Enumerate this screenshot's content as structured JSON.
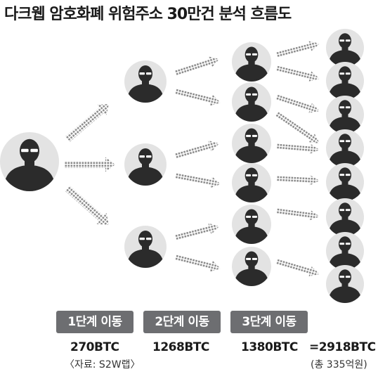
{
  "title": "다크웹 암호화폐 위험주소 30만건 분석 흐름도",
  "stages": [
    {
      "label": "1단계 이동",
      "amount": "270BTC"
    },
    {
      "label": "2단계 이동",
      "amount": "1268BTC"
    },
    {
      "label": "3단계 이동",
      "amount": "1380BTC"
    }
  ],
  "total": "=2918BTC",
  "source": "〈자료: S2W랩〉",
  "total_note": "(총 335억원)",
  "colors": {
    "avatar_bg": "#e3e3e3",
    "silhouette": "#2b2b2b",
    "arrow": "#8a8a8a",
    "badge": "#6d6e71"
  }
}
